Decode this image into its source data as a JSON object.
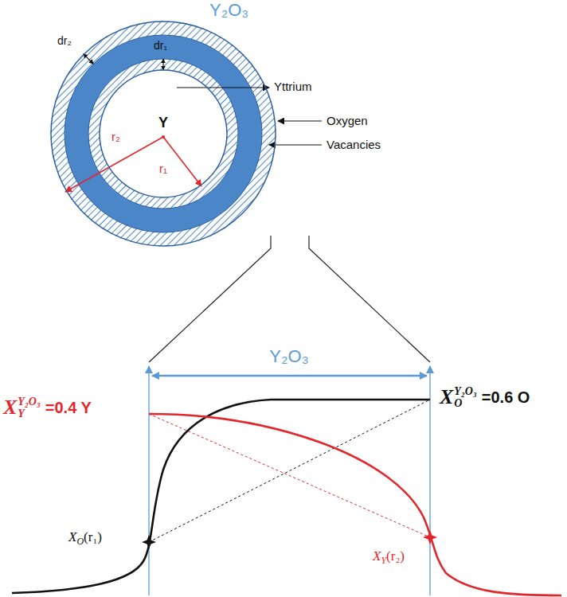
{
  "diagram": {
    "nodes": [
      {
        "text": [
          "Y₂O₃"
        ]
      },
      {
        "text": [
          "Y"
        ],
        "in": 0
      }
    ],
    "labels": [
      "dr₂",
      "dr₁",
      "r₂",
      "r₁",
      "Yttrium",
      "Oxygen Vacancies",
      "Y₂O₃",
      "X",
      "O",
      "Y₂O₃",
      "=0.6 O",
      "X",
      "Y",
      "Y₂O₃",
      "=0.4 Y",
      "X",
      "O",
      "(r₁)",
      "X",
      "Y",
      "(r₂)"
    ]
  }
}
